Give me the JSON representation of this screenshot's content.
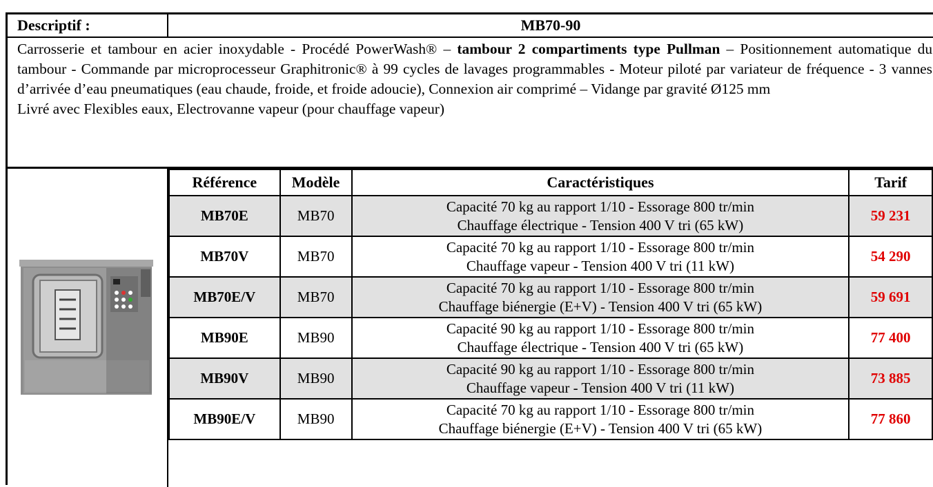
{
  "header": {
    "label": "Descriptif :",
    "model": "MB70-90"
  },
  "description": {
    "part1": "Carrosserie et tambour en acier inoxydable - Procédé PowerWash® – ",
    "bold": "tambour 2 compartiments type Pullman",
    "part2": " – Positionnement automatique du tambour - Commande par microprocesseur Graphitronic® à 99 cycles de lavages programmables - Moteur piloté par variateur de fréquence - 3 vannes d’arrivée d’eau pneumatiques (eau chaude, froide, et froide adoucie), Connexion air comprimé – Vidange par gravité Ø125 mm",
    "line2": "Livré avec Flexibles eaux, Electrovanne vapeur (pour chauffage vapeur)"
  },
  "table": {
    "headers": [
      "Référence",
      "Modèle",
      "Caractéristiques",
      "Tarif"
    ],
    "rows": [
      {
        "ref": "MB70E",
        "model": "MB70",
        "line1": "Capacité 70 kg au rapport 1/10 - Essorage 800 tr/min",
        "line2": "Chauffage électrique - Tension 400 V tri (65 kW)",
        "price": "59 231"
      },
      {
        "ref": "MB70V",
        "model": "MB70",
        "line1": "Capacité 70 kg au rapport 1/10 - Essorage 800 tr/min",
        "line2": "Chauffage vapeur - Tension 400 V tri (11 kW)",
        "price": "54 290"
      },
      {
        "ref": "MB70E/V",
        "model": "MB70",
        "line1": "Capacité 70 kg au rapport 1/10 - Essorage 800 tr/min",
        "line2": "Chauffage biénergie (E+V) - Tension 400 V tri (65 kW)",
        "price": "59 691"
      },
      {
        "ref": "MB90E",
        "model": "MB90",
        "line1": "Capacité 90 kg au rapport 1/10 - Essorage 800 tr/min",
        "line2": "Chauffage électrique - Tension 400 V tri (65 kW)",
        "price": "77 400"
      },
      {
        "ref": "MB90V",
        "model": "MB90",
        "line1": "Capacité 90 kg au rapport 1/10 - Essorage 800 tr/min",
        "line2": "Chauffage vapeur - Tension 400 V tri (11 kW)",
        "price": "73 885"
      },
      {
        "ref": "MB90E/V",
        "model": "MB90",
        "line1": "Capacité 70 kg au rapport 1/10 - Essorage 800 tr/min",
        "line2": "Chauffage biénergie (E+V) - Tension 400 V tri (65 kW)",
        "price": "77 860"
      }
    ]
  },
  "colors": {
    "price": "#e00000",
    "row_shade": "#e1e1e1"
  },
  "image": {
    "icon": "washing-machine-photo"
  }
}
